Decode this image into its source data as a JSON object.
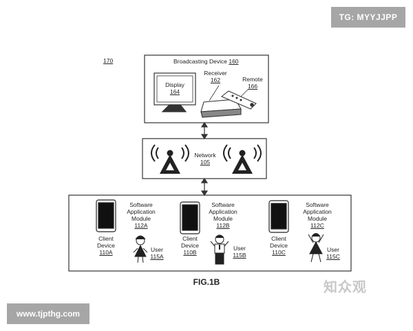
{
  "watermarks": {
    "top_right": "TG: MYYJJPP",
    "bottom_left": "www.tjpthg.com",
    "logo": "知众观"
  },
  "diagram": {
    "ref_170": "170",
    "broadcasting": {
      "title": "Broadcasting Device",
      "ref": "160",
      "display_label": "Display",
      "display_ref": "164",
      "receiver_label": "Receiver",
      "receiver_ref": "162",
      "remote_label": "Remote",
      "remote_ref": "166"
    },
    "network": {
      "label": "Network",
      "ref": "105"
    },
    "clients": [
      {
        "device_line1": "Client",
        "device_line2": "Device",
        "device_ref": "110A",
        "module_line1": "Software",
        "module_line2": "Application",
        "module_line3": "Module",
        "module_ref": "112A",
        "user_label": "User",
        "user_ref": "115A"
      },
      {
        "device_line1": "Client",
        "device_line2": "Device",
        "device_ref": "110B",
        "module_line1": "Software",
        "module_line2": "Application",
        "module_line3": "Module",
        "module_ref": "112B",
        "user_label": "User",
        "user_ref": "115B"
      },
      {
        "device_line1": "Client",
        "device_line2": "Device",
        "device_ref": "110C",
        "module_line1": "Software",
        "module_line2": "Application",
        "module_line3": "Module",
        "module_ref": "112C",
        "user_label": "User",
        "user_ref": "115C"
      }
    ],
    "figure_label": "FIG.1B"
  }
}
